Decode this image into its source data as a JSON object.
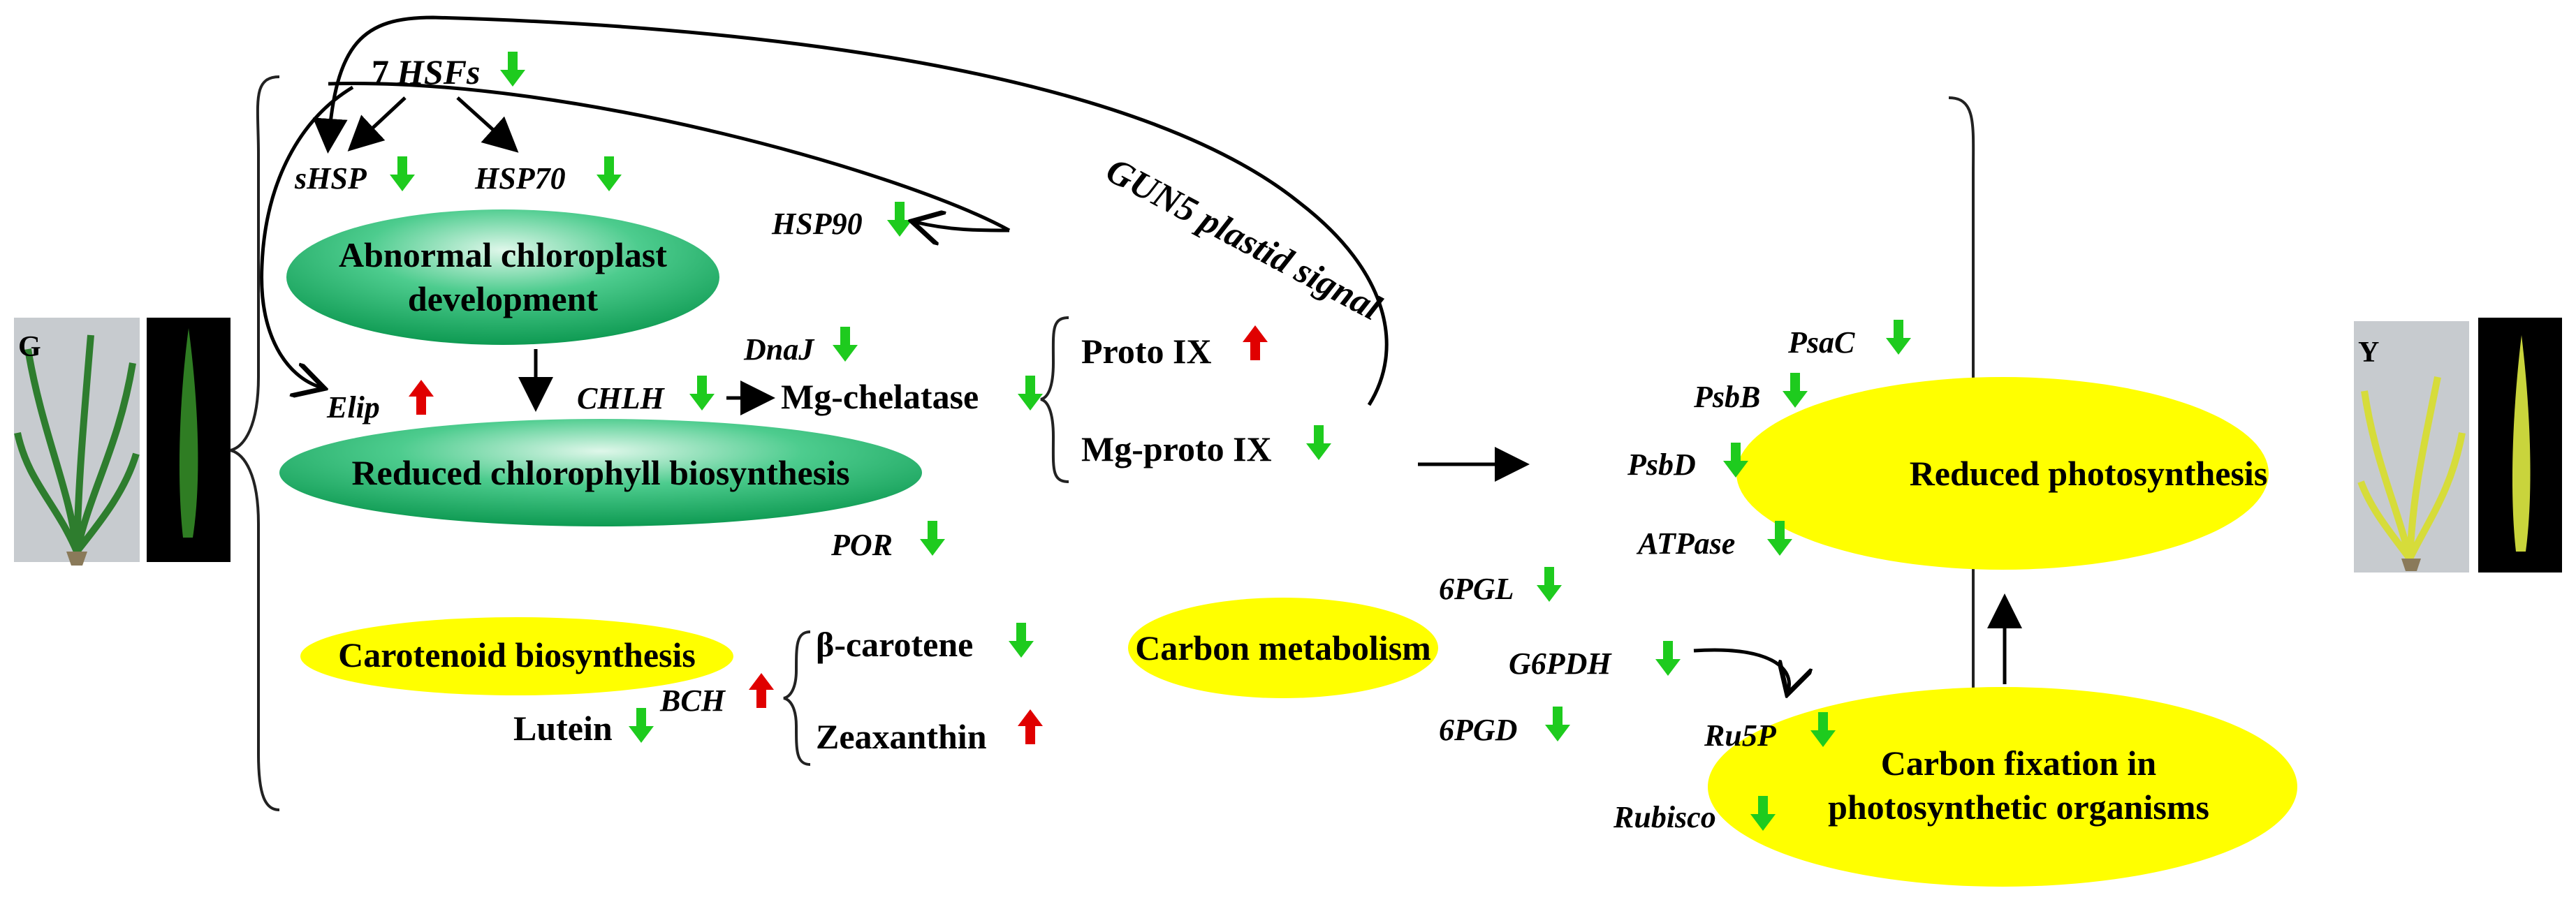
{
  "panels": {
    "left_label": "G",
    "right_label": "Y"
  },
  "ellipses": {
    "abnormal_line1": "Abnormal chloroplast",
    "abnormal_line2": "development",
    "reduced_chlorophyll": "Reduced chlorophyll biosynthesis",
    "carotenoid": "Carotenoid biosynthesis",
    "carbon_metabolism": "Carbon metabolism",
    "reduced_photosynthesis": "Reduced photosynthesis",
    "carbon_fixation_line1": "Carbon fixation in",
    "carbon_fixation_line2": "photosynthetic organisms"
  },
  "genes": {
    "hsfs_num": "7",
    "hsfs": "HSFs",
    "shsp": "sHSP",
    "hsp70": "HSP70",
    "hsp90": "HSP90",
    "dnaj": "DnaJ",
    "elip": "Elip",
    "chlh": "CHLH",
    "por": "POR",
    "bch": "BCH",
    "g6pdh": "G6PDH",
    "pgl": "6PGL",
    "pgd": "6PGD",
    "ru5p": "Ru5P",
    "rubisco": "Rubisco",
    "psac": "PsaC",
    "psbb": "PsbB",
    "psbd": "PsbD",
    "atpase": "ATPase"
  },
  "metabolites": {
    "mg_chelatase": "Mg-chelatase",
    "proto_ix": "Proto IX",
    "mg_proto_ix": "Mg-proto IX",
    "beta_carotene": "β-carotene",
    "zeaxanthin": "Zeaxanthin",
    "lutein": "Lutein"
  },
  "signal": "GUN5 plastid signal",
  "colors": {
    "green_ellipse": "#22b573",
    "yellow_ellipse": "#ffff00",
    "down_arrow": "#1ecb1e",
    "up_arrow": "#e00000"
  }
}
